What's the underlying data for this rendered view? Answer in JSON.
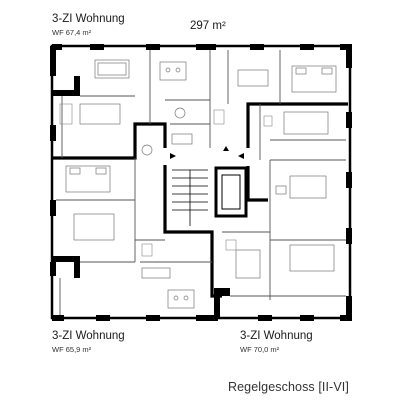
{
  "total_area": "297 m²",
  "units": [
    {
      "name": "3-ZI Wohnung",
      "area": "WF 67,4 m²"
    },
    {
      "name": "3-ZI Wohnung",
      "area": "WF 65,9 m²"
    },
    {
      "name": "3-ZI Wohnung",
      "area": "WF 70,0 m²"
    }
  ],
  "floor_label": "Regelgeschoss [II-VI]"
}
